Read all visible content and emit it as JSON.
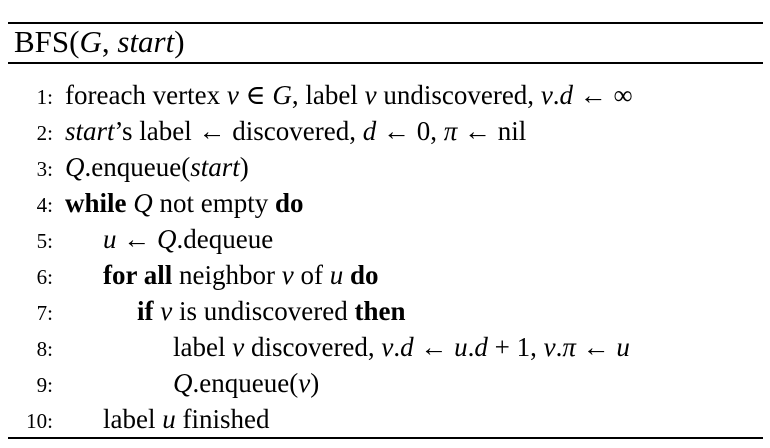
{
  "colors": {
    "background": "#ffffff",
    "text": "#000000",
    "rule": "#000000"
  },
  "header": {
    "segments": [
      {
        "t": "BFS(",
        "s": "r"
      },
      {
        "t": "G",
        "s": "i"
      },
      {
        "t": ", ",
        "s": "r"
      },
      {
        "t": "start",
        "s": "i"
      },
      {
        "t": ")",
        "s": "r"
      }
    ]
  },
  "algorithm": {
    "lines": [
      {
        "number": "1:",
        "indent": 0,
        "segments": [
          {
            "t": "foreach vertex ",
            "s": "r"
          },
          {
            "t": "v",
            "s": "i"
          },
          {
            "t": " ∈ ",
            "s": "r"
          },
          {
            "t": "G",
            "s": "i"
          },
          {
            "t": ", label ",
            "s": "r"
          },
          {
            "t": "v",
            "s": "i"
          },
          {
            "t": " undiscovered, ",
            "s": "r"
          },
          {
            "t": "v",
            "s": "i"
          },
          {
            "t": ".",
            "s": "r"
          },
          {
            "t": "d",
            "s": "i"
          },
          {
            "t": " ← ∞",
            "s": "r"
          }
        ]
      },
      {
        "number": "2:",
        "indent": 0,
        "segments": [
          {
            "t": "start",
            "s": "i"
          },
          {
            "t": "’s label ← discovered, ",
            "s": "r"
          },
          {
            "t": "d",
            "s": "i"
          },
          {
            "t": " ← 0, ",
            "s": "r"
          },
          {
            "t": "π",
            "s": "i"
          },
          {
            "t": " ← nil",
            "s": "r"
          }
        ]
      },
      {
        "number": "3:",
        "indent": 0,
        "segments": [
          {
            "t": "Q",
            "s": "i"
          },
          {
            "t": ".enqueue(",
            "s": "r"
          },
          {
            "t": "start",
            "s": "i"
          },
          {
            "t": ")",
            "s": "r"
          }
        ]
      },
      {
        "number": "4:",
        "indent": 0,
        "segments": [
          {
            "t": "while",
            "s": "b"
          },
          {
            "t": " ",
            "s": "r"
          },
          {
            "t": "Q",
            "s": "i"
          },
          {
            "t": " not empty ",
            "s": "r"
          },
          {
            "t": "do",
            "s": "b"
          }
        ]
      },
      {
        "number": "5:",
        "indent": 1,
        "segments": [
          {
            "t": "u",
            "s": "i"
          },
          {
            "t": " ← ",
            "s": "r"
          },
          {
            "t": "Q",
            "s": "i"
          },
          {
            "t": ".dequeue",
            "s": "r"
          }
        ]
      },
      {
        "number": "6:",
        "indent": 1,
        "segments": [
          {
            "t": "for all",
            "s": "b"
          },
          {
            "t": " neighbor ",
            "s": "r"
          },
          {
            "t": "v",
            "s": "i"
          },
          {
            "t": " of ",
            "s": "r"
          },
          {
            "t": "u",
            "s": "i"
          },
          {
            "t": " ",
            "s": "r"
          },
          {
            "t": "do",
            "s": "b"
          }
        ]
      },
      {
        "number": "7:",
        "indent": 2,
        "segments": [
          {
            "t": "if",
            "s": "b"
          },
          {
            "t": " ",
            "s": "r"
          },
          {
            "t": "v",
            "s": "i"
          },
          {
            "t": " is undiscovered ",
            "s": "r"
          },
          {
            "t": "then",
            "s": "b"
          }
        ]
      },
      {
        "number": "8:",
        "indent": 3,
        "segments": [
          {
            "t": "label ",
            "s": "r"
          },
          {
            "t": "v",
            "s": "i"
          },
          {
            "t": " discovered, ",
            "s": "r"
          },
          {
            "t": "v",
            "s": "i"
          },
          {
            "t": ".",
            "s": "r"
          },
          {
            "t": "d",
            "s": "i"
          },
          {
            "t": " ← ",
            "s": "r"
          },
          {
            "t": "u",
            "s": "i"
          },
          {
            "t": ".",
            "s": "r"
          },
          {
            "t": "d",
            "s": "i"
          },
          {
            "t": " + 1, ",
            "s": "r"
          },
          {
            "t": "v",
            "s": "i"
          },
          {
            "t": ".",
            "s": "r"
          },
          {
            "t": "π",
            "s": "i"
          },
          {
            "t": " ← ",
            "s": "r"
          },
          {
            "t": "u",
            "s": "i"
          }
        ]
      },
      {
        "number": "9:",
        "indent": 3,
        "segments": [
          {
            "t": "Q",
            "s": "i"
          },
          {
            "t": ".enqueue(",
            "s": "r"
          },
          {
            "t": "v",
            "s": "i"
          },
          {
            "t": ")",
            "s": "r"
          }
        ]
      },
      {
        "number": "10:",
        "indent": 1,
        "segments": [
          {
            "t": "label ",
            "s": "r"
          },
          {
            "t": "u",
            "s": "i"
          },
          {
            "t": " finished",
            "s": "r"
          }
        ]
      }
    ]
  }
}
